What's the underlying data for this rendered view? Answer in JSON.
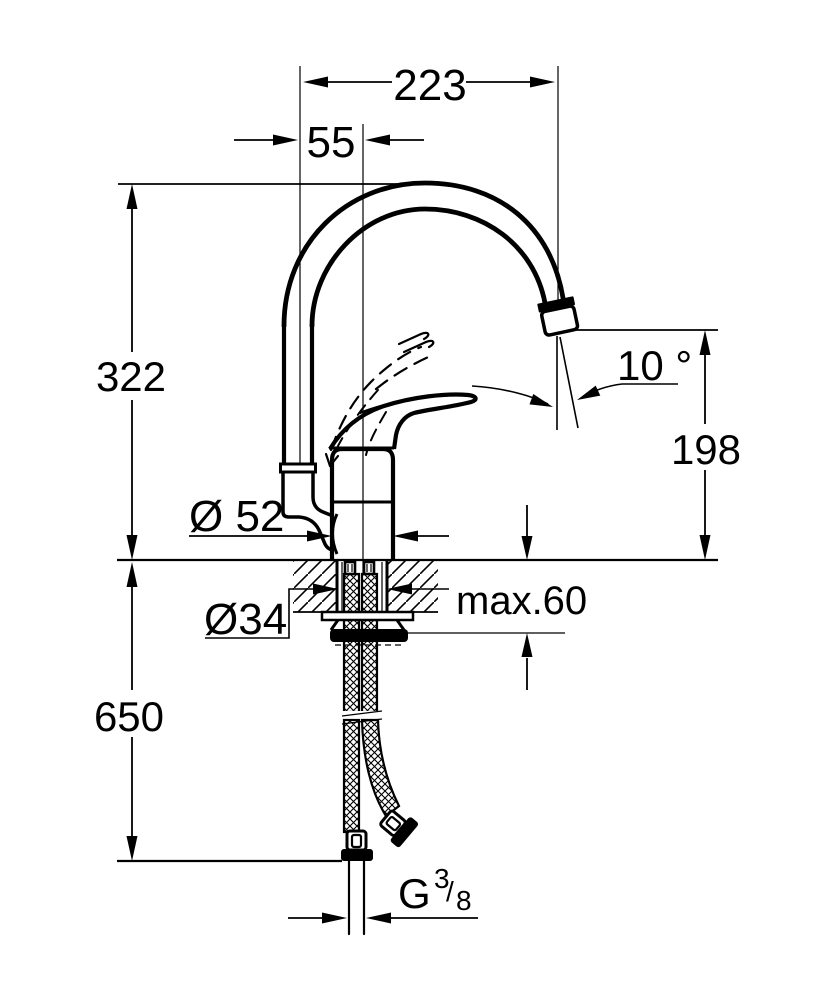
{
  "colors": {
    "ink": "#000000",
    "bg": "#ffffff"
  },
  "labels": {
    "spout_reach": "223",
    "center_offset": "55",
    "body_height": "322",
    "hose_length": "650",
    "outlet_height": "198",
    "outlet_angle": "10 °",
    "base_diameter": "Ø 52",
    "hole_diameter": "Ø34",
    "max_counter_thickness": "max.60",
    "thread_letter": "G",
    "thread_numerator": "3",
    "thread_slash": "/",
    "thread_denominator": "8"
  }
}
